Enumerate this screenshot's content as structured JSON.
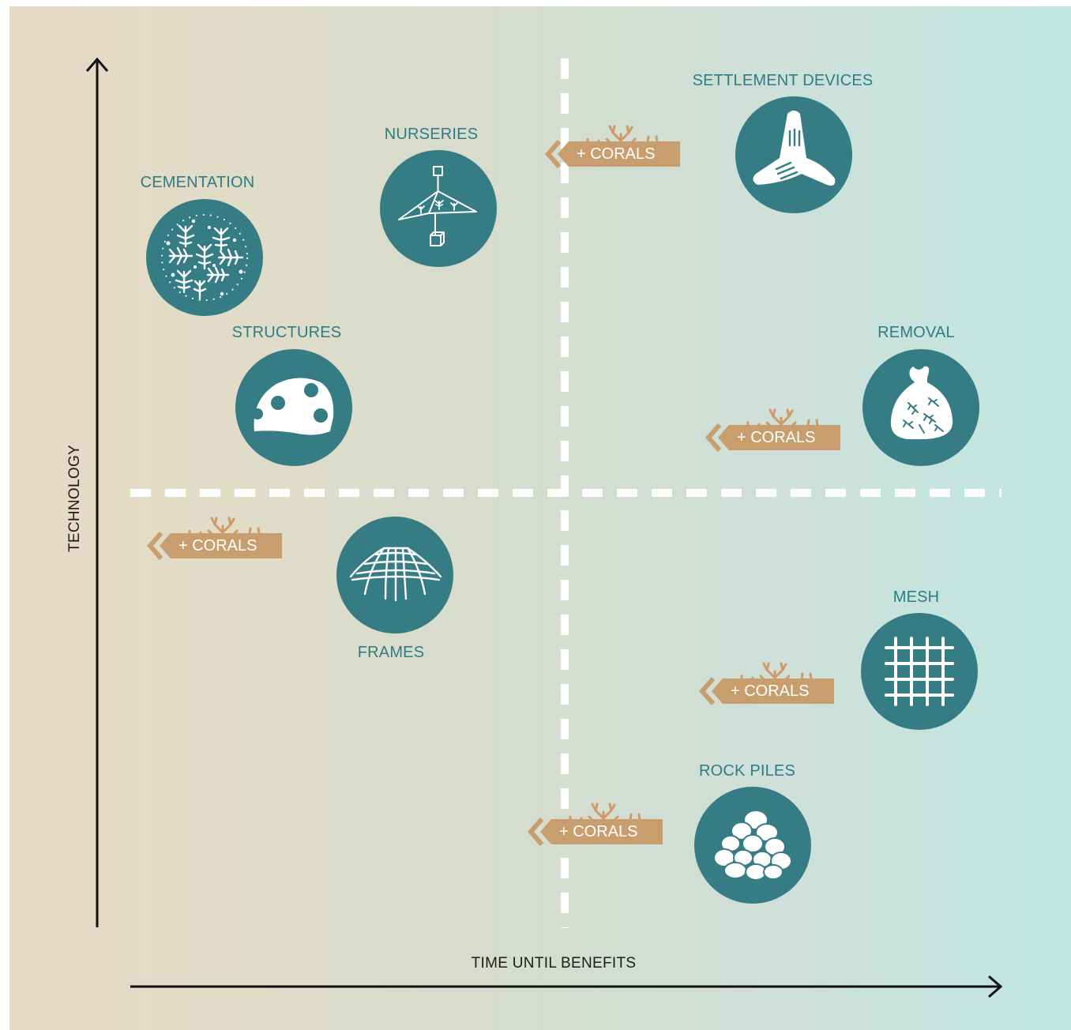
{
  "axes": {
    "y_title": "TECHNOLOGY",
    "x_title": "TIME UNTIL BENEFITS"
  },
  "methods": {
    "cementation": "CEMENTATION",
    "nurseries": "NURSERIES",
    "settlement_devices": "SETTLEMENT DEVICES",
    "structures": "STRUCTURES",
    "removal": "REMOVAL",
    "frames": "FRAMES",
    "mesh": "MESH",
    "rock_piles": "ROCK PILES"
  },
  "corals_badge": "+ CORALS",
  "colors": {
    "circle": "#367c85",
    "label": "#2f7c84",
    "badge": "#c99e6e",
    "coral": "#cf9a66",
    "divider": "#ffffff",
    "axis": "#111111"
  },
  "icons": {
    "cementation": "coral-fragments-icon",
    "nurseries": "coral-nursery-icon",
    "settlement_devices": "tripod-settlement-icon",
    "structures": "reef-structure-icon",
    "removal": "debris-bag-icon",
    "frames": "dome-frame-icon",
    "mesh": "grid-mesh-icon",
    "rock_piles": "rock-pile-icon"
  }
}
